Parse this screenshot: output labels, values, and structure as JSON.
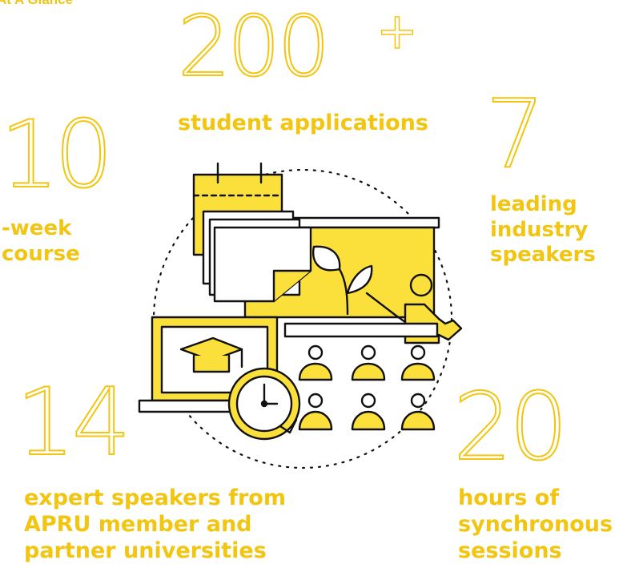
{
  "heading": "At A Glance",
  "colors": {
    "accent": "#F2C511",
    "line": "#111111",
    "fill": "#FBE03C"
  },
  "stats": {
    "applications": {
      "number": "200",
      "suffix": "+",
      "label": "student applications"
    },
    "course": {
      "number": "10",
      "label_lines": [
        "-week",
        "course"
      ]
    },
    "speakers": {
      "number": "7",
      "label_lines": [
        "leading",
        "industry",
        "speakers"
      ]
    },
    "experts": {
      "number": "14",
      "label_lines": [
        "expert speakers from",
        "APRU member and",
        "partner universities"
      ]
    },
    "hours": {
      "number": "20",
      "label_lines": [
        "hours of",
        "synchronous",
        "sessions"
      ]
    }
  },
  "illustration": {
    "icons": [
      "calendar-icon",
      "documents-icon",
      "presentation-board-icon",
      "leaf-icon",
      "presenter-icon",
      "laptop-icon",
      "graduation-cap-icon",
      "clock-icon",
      "audience-icon"
    ]
  }
}
